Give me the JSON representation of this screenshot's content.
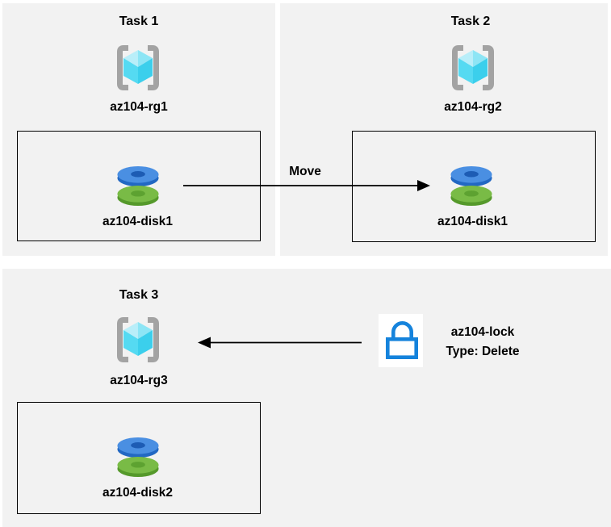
{
  "diagram": {
    "tasks": [
      {
        "title": "Task 1",
        "resource_group": "az104-rg1",
        "disk": "az104-disk1"
      },
      {
        "title": "Task 2",
        "resource_group": "az104-rg2",
        "disk": "az104-disk1"
      },
      {
        "title": "Task 3",
        "resource_group": "az104-rg3",
        "disk": "az104-disk2"
      }
    ],
    "arrows": {
      "move_label": "Move",
      "move_direction": "task1-disk to task2-disk",
      "lock_direction": "lock to task3-resource-group"
    },
    "lock": {
      "name": "az104-lock",
      "type_line": "Type: Delete"
    },
    "icons": {
      "resource_group": "resource-group-brackets-cube-icon",
      "disk": "stacked-disks-icon",
      "lock": "padlock-icon"
    },
    "colors": {
      "panel_bg": "#f2f2f2",
      "box_border": "#000000",
      "arrow": "#000000",
      "text": "#000000",
      "bracket_gray": "#a3a3a3",
      "cube_cyan_light": "#b9eef9",
      "cube_cyan": "#55daf2",
      "disk_blue": "#4a8fe2",
      "disk_blue_dark": "#2268c3",
      "disk_green": "#79bb46",
      "disk_green_dark": "#55992b",
      "lock_blue": "#1583dc"
    }
  }
}
